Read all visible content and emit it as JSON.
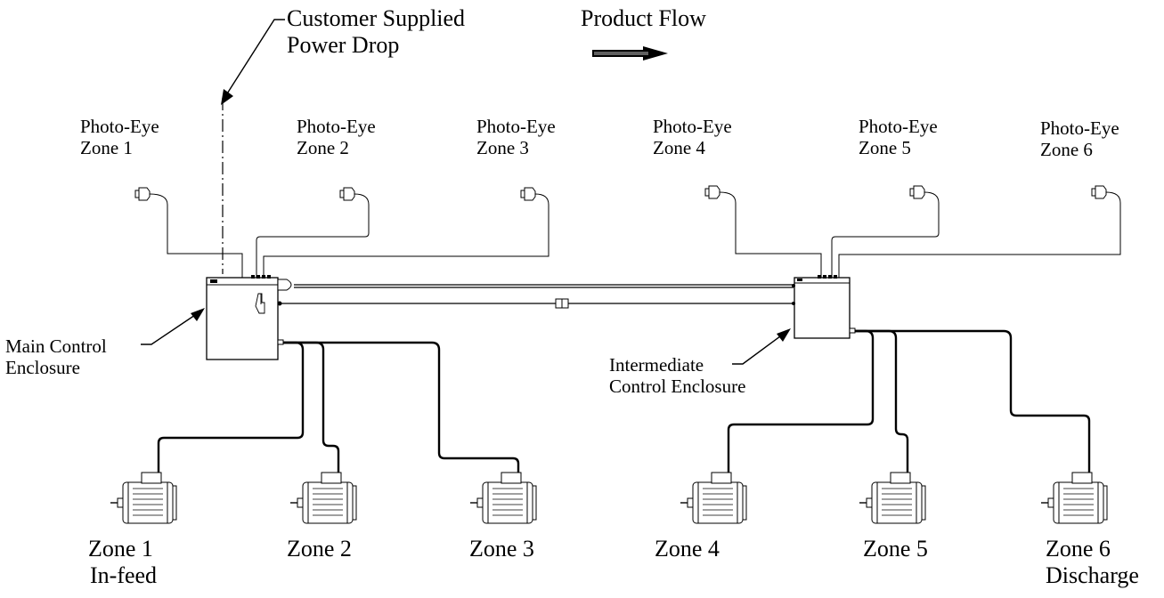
{
  "power_drop": {
    "line1": "Customer Supplied",
    "line2": "Power Drop"
  },
  "product_flow": {
    "label": "Product Flow"
  },
  "photo_eyes": [
    {
      "line1": "Photo-Eye",
      "line2": "Zone 1"
    },
    {
      "line1": "Photo-Eye",
      "line2": "Zone 2"
    },
    {
      "line1": "Photo-Eye",
      "line2": "Zone 3"
    },
    {
      "line1": "Photo-Eye",
      "line2": "Zone 4"
    },
    {
      "line1": "Photo-Eye",
      "line2": "Zone 5"
    },
    {
      "line1": "Photo-Eye",
      "line2": "Zone 6"
    }
  ],
  "main_enclosure": {
    "line1": "Main Control",
    "line2": "Enclosure"
  },
  "intermediate_enclosure": {
    "line1": "Intermediate",
    "line2": "Control Enclosure"
  },
  "zones": [
    {
      "line1": "Zone 1",
      "line2": "In-feed"
    },
    {
      "line1": "Zone 2",
      "line2": ""
    },
    {
      "line1": "Zone 3",
      "line2": ""
    },
    {
      "line1": "Zone 4",
      "line2": ""
    },
    {
      "line1": "Zone 5",
      "line2": ""
    },
    {
      "line1": "Zone 6",
      "line2": "Discharge"
    }
  ]
}
